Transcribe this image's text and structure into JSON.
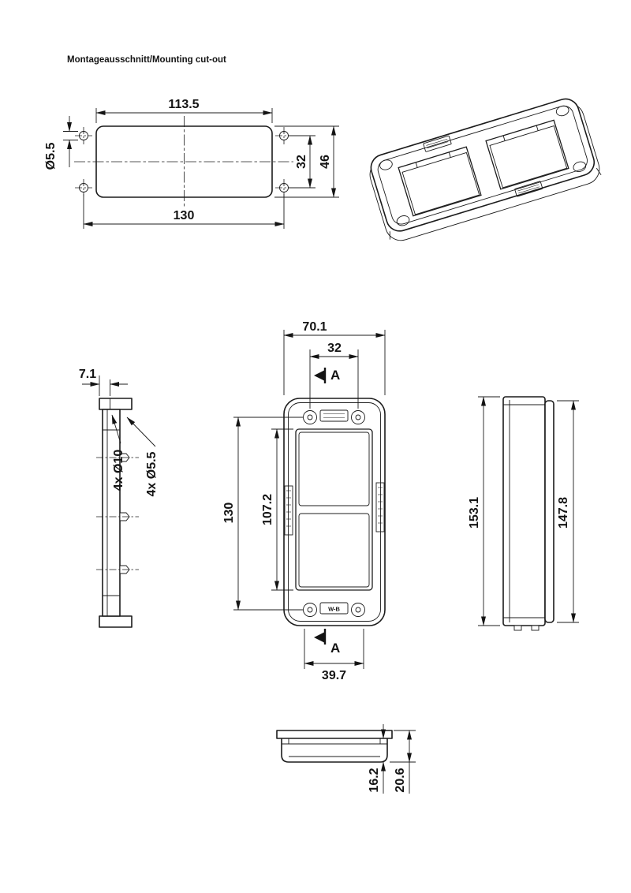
{
  "page": {
    "title": "Montageausschnitt/Mounting cut-out"
  },
  "cutout_view": {
    "width_opening": "113.5",
    "width_hole_centers": "130",
    "hole_diameter": "Ø5.5",
    "height_hole_centers": "32",
    "height_opening": "46"
  },
  "side_view": {
    "bezel_depth": "7.1",
    "front_holes": "4x Ø10",
    "rear_holes": "4x Ø5.5"
  },
  "front_view": {
    "overall_width": "70.1",
    "screw_spacing_horizontal": "32",
    "screw_spacing_vertical": "130",
    "opening_height": "107.2",
    "bottom_width": "39.7",
    "section_top": "A",
    "section_bottom": "A",
    "marking": "W-B"
  },
  "profile_view": {
    "overall_height": "153.1",
    "front_height": "147.8"
  },
  "bottom_view": {
    "body_depth": "16.2",
    "overall_depth": "20.6"
  }
}
